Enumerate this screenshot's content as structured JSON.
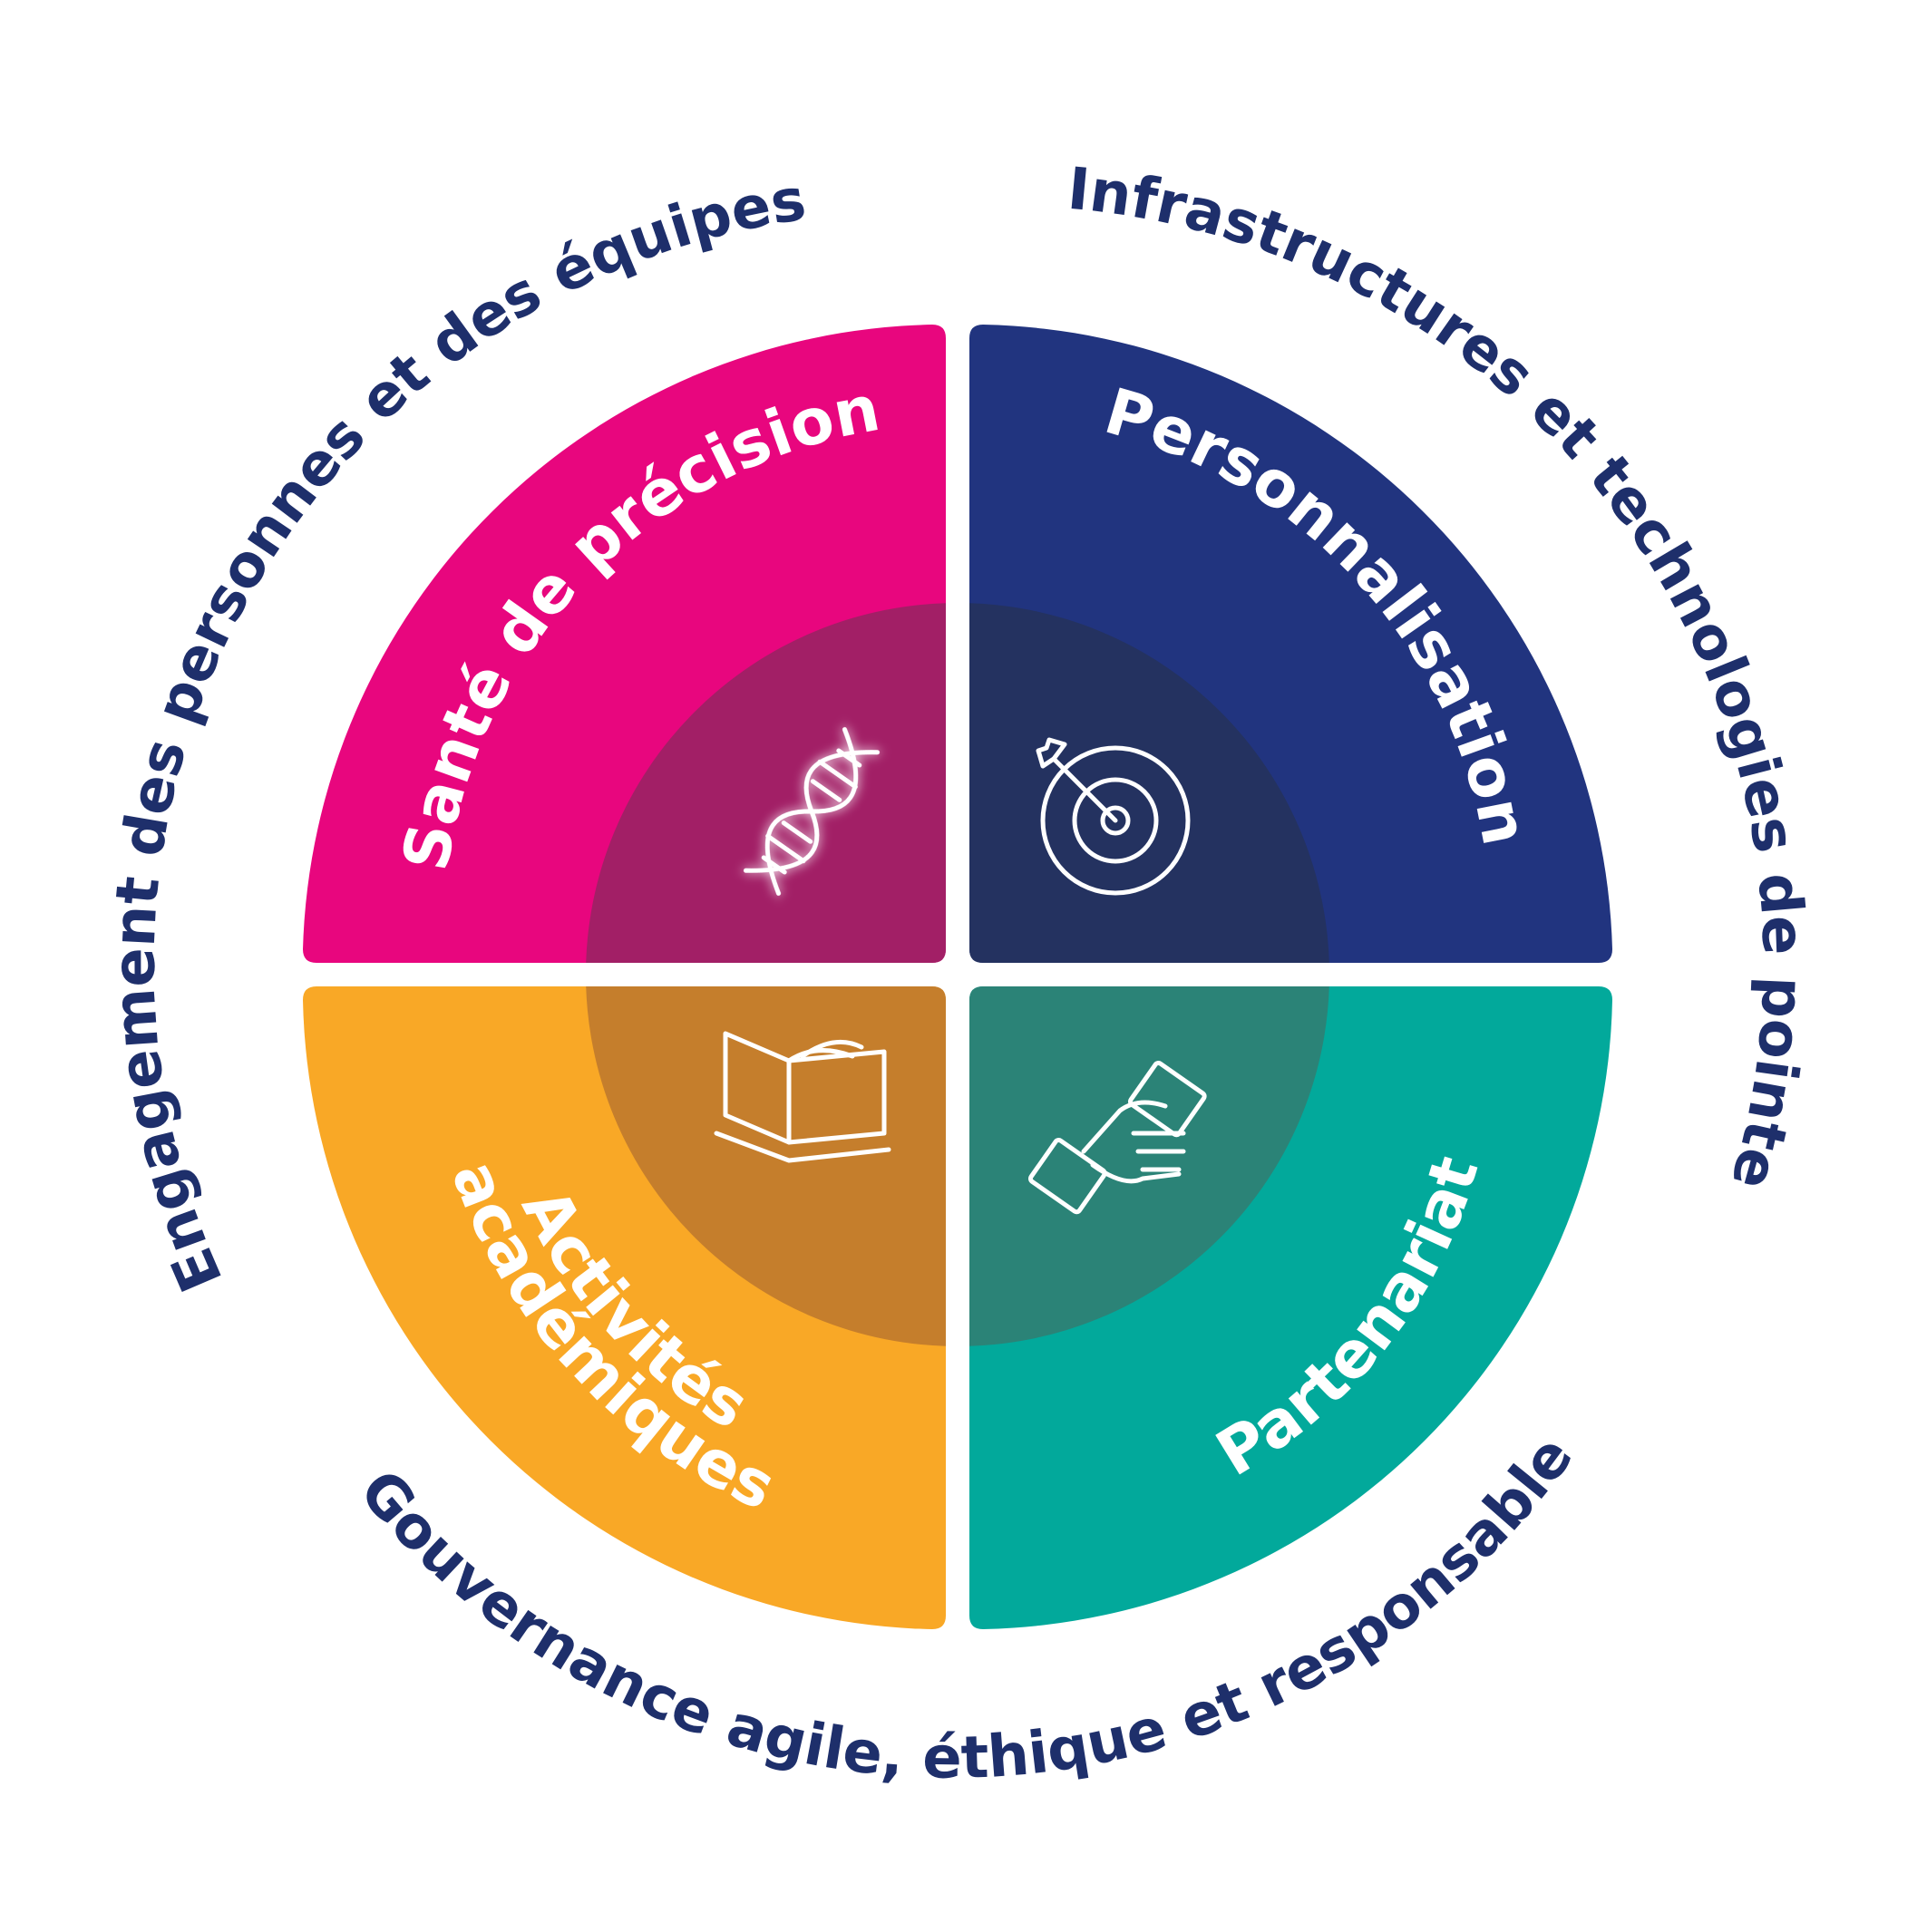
{
  "colors": {
    "text_dark": "#1e2f6b",
    "sante": "#e8067e",
    "sante_inner": "#a21f66",
    "perso": "#21347f",
    "perso_inner": "#243260",
    "activites": "#f9a826",
    "activites_inner": "#c57e2c",
    "partenariat": "#02a99b",
    "partenariat_inner": "#2b8377"
  },
  "quadrants": {
    "sante": {
      "label": "Santé de précision",
      "icon": "dna-icon"
    },
    "personnalisation": {
      "label": "Personnalisation",
      "icon": "target-arrow-icon"
    },
    "activites": {
      "line1": "Activités",
      "line2": "académiques",
      "icon": "open-book-icon"
    },
    "partenariat": {
      "label": "Partenariat",
      "icon": "handshake-icon"
    }
  },
  "ring_labels": {
    "left": "Engagement des personnes et des équipes",
    "right": "Infrastructures et technologies de pointe",
    "bottom": "Gouvernance agile, éthique et responsable"
  }
}
